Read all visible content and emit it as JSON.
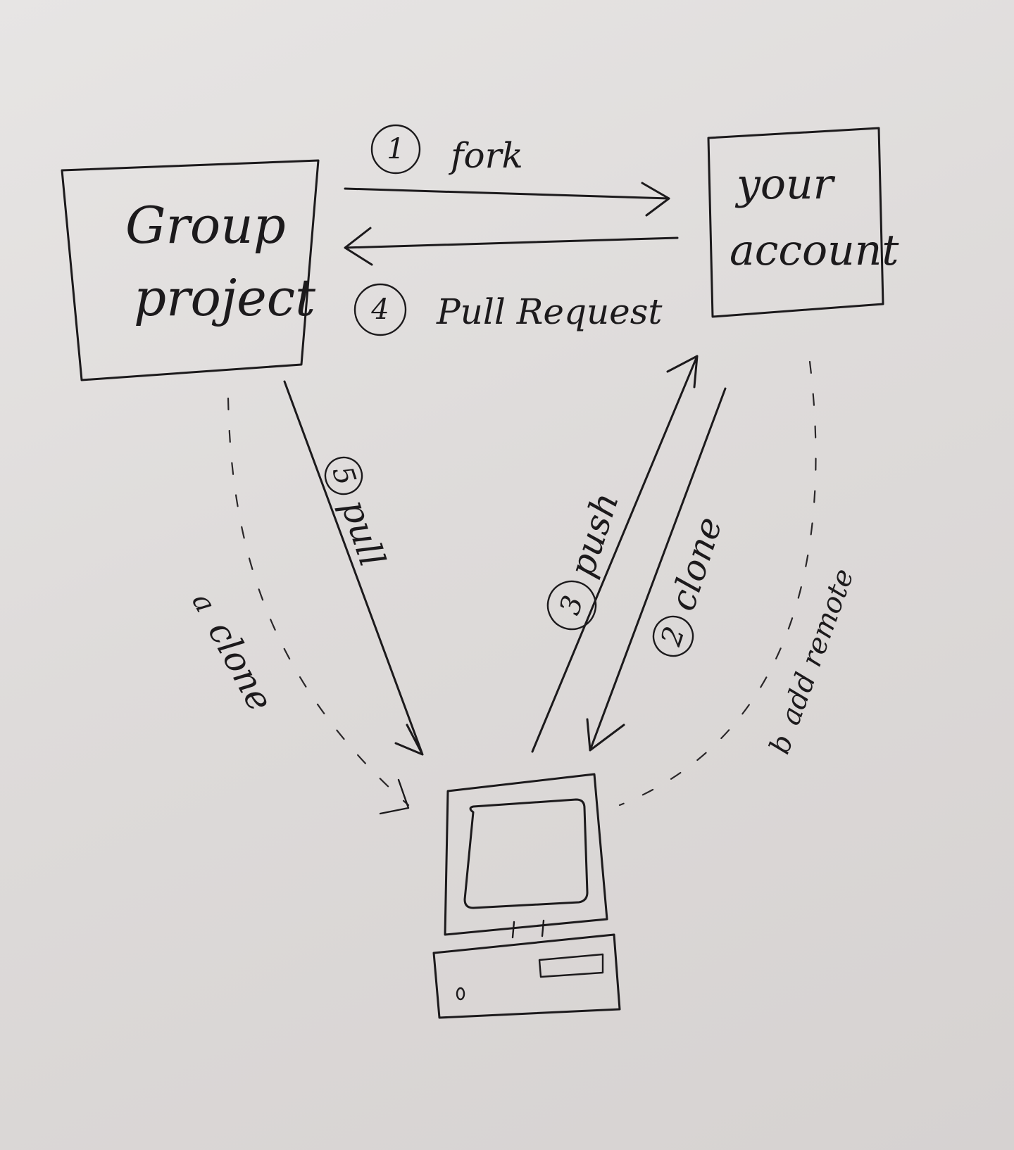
{
  "nodes": {
    "group_project": {
      "line1": "Group",
      "line2": "project"
    },
    "your_account": {
      "line1": "your",
      "line2": "account"
    }
  },
  "edges": {
    "fork": {
      "step": "1",
      "label": "fork"
    },
    "pull_request": {
      "step": "4",
      "label": "Pull Request"
    },
    "pull": {
      "step": "5",
      "label": "pull"
    },
    "push": {
      "step": "3",
      "label": "push"
    },
    "clone": {
      "step": "2",
      "label": "clone"
    },
    "alt_clone": {
      "step": "a",
      "label": "clone"
    },
    "add_remote": {
      "step": "b",
      "label": "add remote"
    }
  }
}
